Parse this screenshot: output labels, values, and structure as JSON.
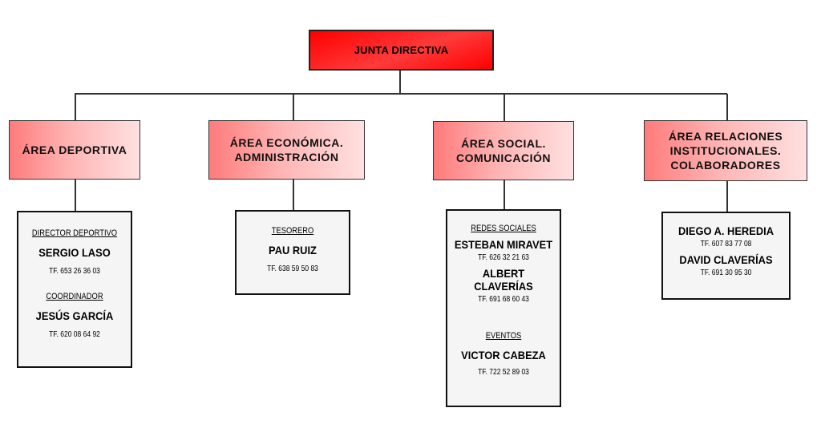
{
  "root": {
    "title": "JUNTA DIRECTIVA",
    "color": "#ff0000"
  },
  "areas": [
    {
      "title": "ÁREA DEPORTIVA",
      "sections": [
        {
          "role": "DIRECTOR DEPORTIVO",
          "people": [
            {
              "name": "SERGIO LASO",
              "phone": "TF. 653 26 36 03"
            }
          ]
        },
        {
          "role": "COORDINADOR",
          "people": [
            {
              "name": "JESÚS GARCÍA",
              "phone": "TF. 620 08 64 92"
            }
          ]
        }
      ]
    },
    {
      "title": "ÁREA ECONÓMICA. ADMINISTRACIÓN",
      "sections": [
        {
          "role": "TESORERO",
          "people": [
            {
              "name": "PAU RUIZ",
              "phone": "TF. 638 59 50 83"
            }
          ]
        }
      ]
    },
    {
      "title": "ÁREA SOCIAL. COMUNICACIÓN",
      "sections": [
        {
          "role": "REDES SOCIALES",
          "people": [
            {
              "name": "ESTEBAN MIRAVET",
              "phone": "TF. 626 32 21 63"
            },
            {
              "name": "ALBERT CLAVERÍAS",
              "phone": "TF. 691 68 60 43"
            }
          ]
        },
        {
          "role": "EVENTOS",
          "people": [
            {
              "name": "VICTOR CABEZA",
              "phone": "TF. 722 52 89 03"
            }
          ]
        }
      ]
    },
    {
      "title": "ÁREA RELACIONES INSTITUCIONALES. COLABORADORES",
      "sections": [
        {
          "people": [
            {
              "name": "DIEGO A. HEREDIA",
              "phone": "TF. 607 83 77 08"
            },
            {
              "name": "DAVID CLAVERÍAS",
              "phone": "TF. 691 30 95 30"
            }
          ]
        }
      ]
    }
  ]
}
